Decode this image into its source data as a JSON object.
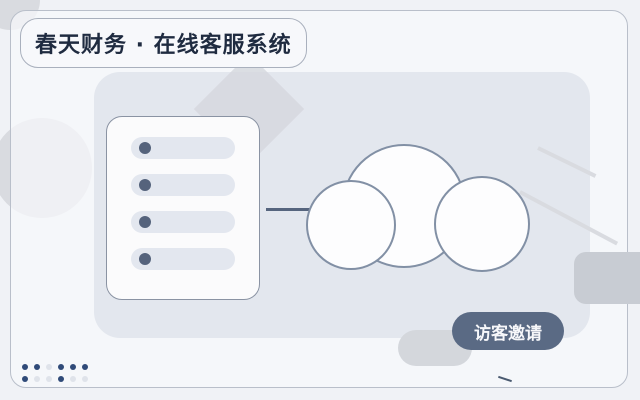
{
  "header": {
    "title": "春天财务 · 在线客服系统"
  },
  "main": {
    "invite_button_label": "访客邀请",
    "server_slot_count": 4
  },
  "icons": {
    "server": "server-rack-icon",
    "cloud": "cloud-icon"
  },
  "colors": {
    "title_text": "#1f2b40",
    "button_bg": "#5a6a84",
    "panel_bg": "#e3e7ee",
    "accent_dark": "#55637c"
  }
}
